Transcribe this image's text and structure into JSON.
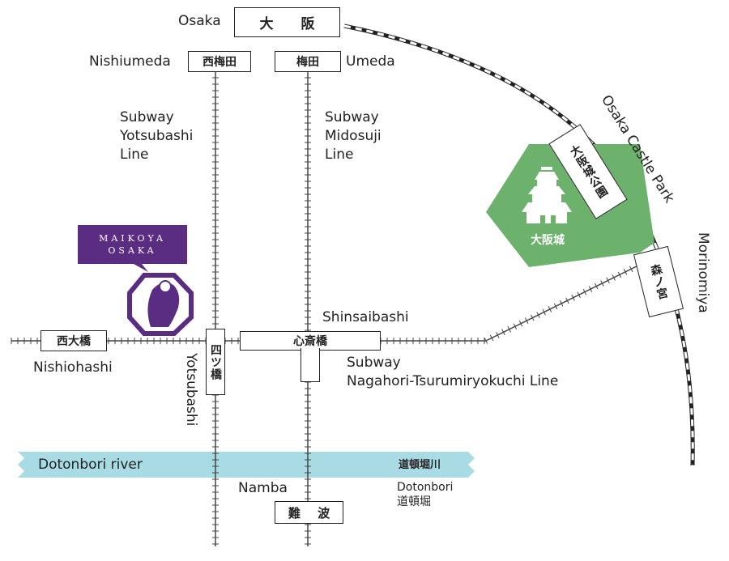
{
  "stations": {
    "osaka": {
      "en": "Osaka",
      "ja": "大 阪"
    },
    "nishiumeda": {
      "en": "Nishiumeda",
      "ja": "西梅田"
    },
    "umeda": {
      "en": "Umeda",
      "ja": "梅田"
    },
    "osaka_castle_park": {
      "en": "Osaka Castle Park",
      "ja": "大阪城公園"
    },
    "morinomiya": {
      "en": "Morinomiya",
      "ja": "森ノ宮"
    },
    "shinsaibashi": {
      "en": "Shinsaibashi",
      "ja": "心斎橋"
    },
    "nishiohashi": {
      "en": "Nishiohashi",
      "ja": "西大橋"
    },
    "yotsubashi": {
      "en": "Yotsubashi",
      "ja": "四ツ橋"
    },
    "namba": {
      "en": "Namba",
      "ja": "難 波"
    }
  },
  "lines": {
    "yotsubashi": "Subway\nYotsubashi\nLine",
    "midosuji": "Subway\nMidosuji\nLine",
    "nagahori": "Subway\nNagahori-Tsurumiryokuchi Line"
  },
  "river": {
    "en": "Dotonbori river",
    "ja": "道頓堀川"
  },
  "dotonbori": {
    "en": "Dotonbori",
    "ja": "道頓堀"
  },
  "castle": {
    "ja": "大阪城",
    "icon": "castle-icon",
    "color": "#6cb26d"
  },
  "maikoya": {
    "line1": "MAIKOYA",
    "line2": "OSAKA",
    "color": "#5a2d82"
  },
  "colors": {
    "river": "#a9dbe4",
    "track": "#222222"
  }
}
